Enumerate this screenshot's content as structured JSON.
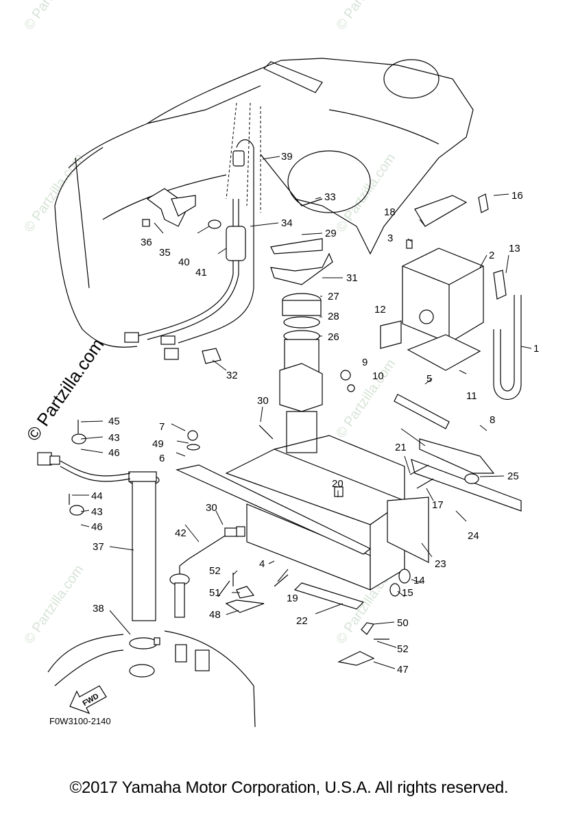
{
  "diagram": {
    "code": "F0W3100-2140",
    "fwd_label": "FWD",
    "watermark": "© Partzilla.com",
    "copyright": "©2017 Yamaha Motor Corporation, U.S.A. All rights reserved.",
    "callouts": {
      "c1": "1",
      "c2": "2",
      "c3": "3",
      "c4": "4",
      "c5": "5",
      "c6": "6",
      "c7": "7",
      "c8": "8",
      "c9": "9",
      "c10": "10",
      "c11": "11",
      "c12": "12",
      "c13": "13",
      "c14": "14",
      "c15": "15",
      "c16": "16",
      "c17": "17",
      "c18": "18",
      "c19": "19",
      "c20": "20",
      "c21": "21",
      "c22": "22",
      "c23": "23",
      "c24": "24",
      "c25": "25",
      "c26": "26",
      "c27": "27",
      "c28": "28",
      "c29": "29",
      "c30a": "30",
      "c30b": "30",
      "c31": "31",
      "c32": "32",
      "c33": "33",
      "c34": "34",
      "c35": "35",
      "c36": "36",
      "c37": "37",
      "c38": "38",
      "c39": "39",
      "c40": "40",
      "c41": "41",
      "c42": "42",
      "c43a": "43",
      "c43b": "43",
      "c44": "44",
      "c45": "45",
      "c46a": "46",
      "c46b": "46",
      "c47": "47",
      "c48": "48",
      "c49": "49",
      "c50": "50",
      "c51": "51",
      "c52a": "52",
      "c52b": "52"
    }
  }
}
